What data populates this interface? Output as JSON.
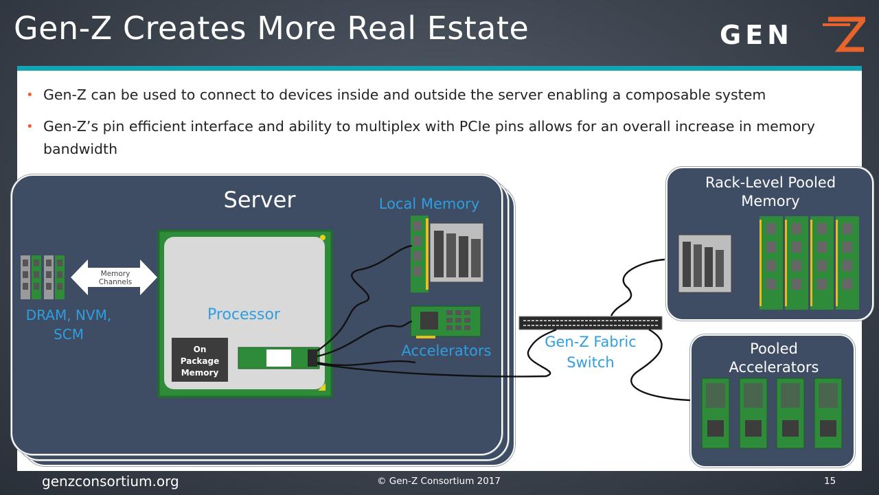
{
  "slide": {
    "title": "Gen-Z Creates More Real Estate",
    "logo_text": "GEN Z"
  },
  "bullets": [
    "Gen-Z can be used to connect to devices inside and outside the server enabling a composable system",
    "Gen-Z’s pin efficient interface and ability to multiplex with PCIe pins allows for an overall increase in memory bandwidth"
  ],
  "diagram": {
    "server_label": "Server",
    "local_memory_label": "Local Memory",
    "memory_channels_line1": "Memory",
    "memory_channels_line2": "Channels",
    "dram_line1": "DRAM, NVM,",
    "dram_line2": "SCM",
    "processor_label": "Processor",
    "on_package_line1": "On",
    "on_package_line2": "Package",
    "on_package_line3": "Memory",
    "accelerators_label": "Accelerators",
    "switch_line1": "Gen-Z Fabric",
    "switch_line2": "Switch",
    "rack_line1": "Rack-Level Pooled",
    "rack_line2": "Memory",
    "pooled_acc_line1": "Pooled",
    "pooled_acc_line2": "Accelerators"
  },
  "footer": {
    "website": "genzconsortium.org",
    "copyright": "© Gen-Z Consortium 2017",
    "page_number": "15"
  },
  "colors": {
    "accent_teal": "#12a4b4",
    "bullet_orange": "#e8642a",
    "label_blue": "#2f9ee0",
    "box_navy": "#3e4c64",
    "pcb_green": "#2e8b3a"
  }
}
